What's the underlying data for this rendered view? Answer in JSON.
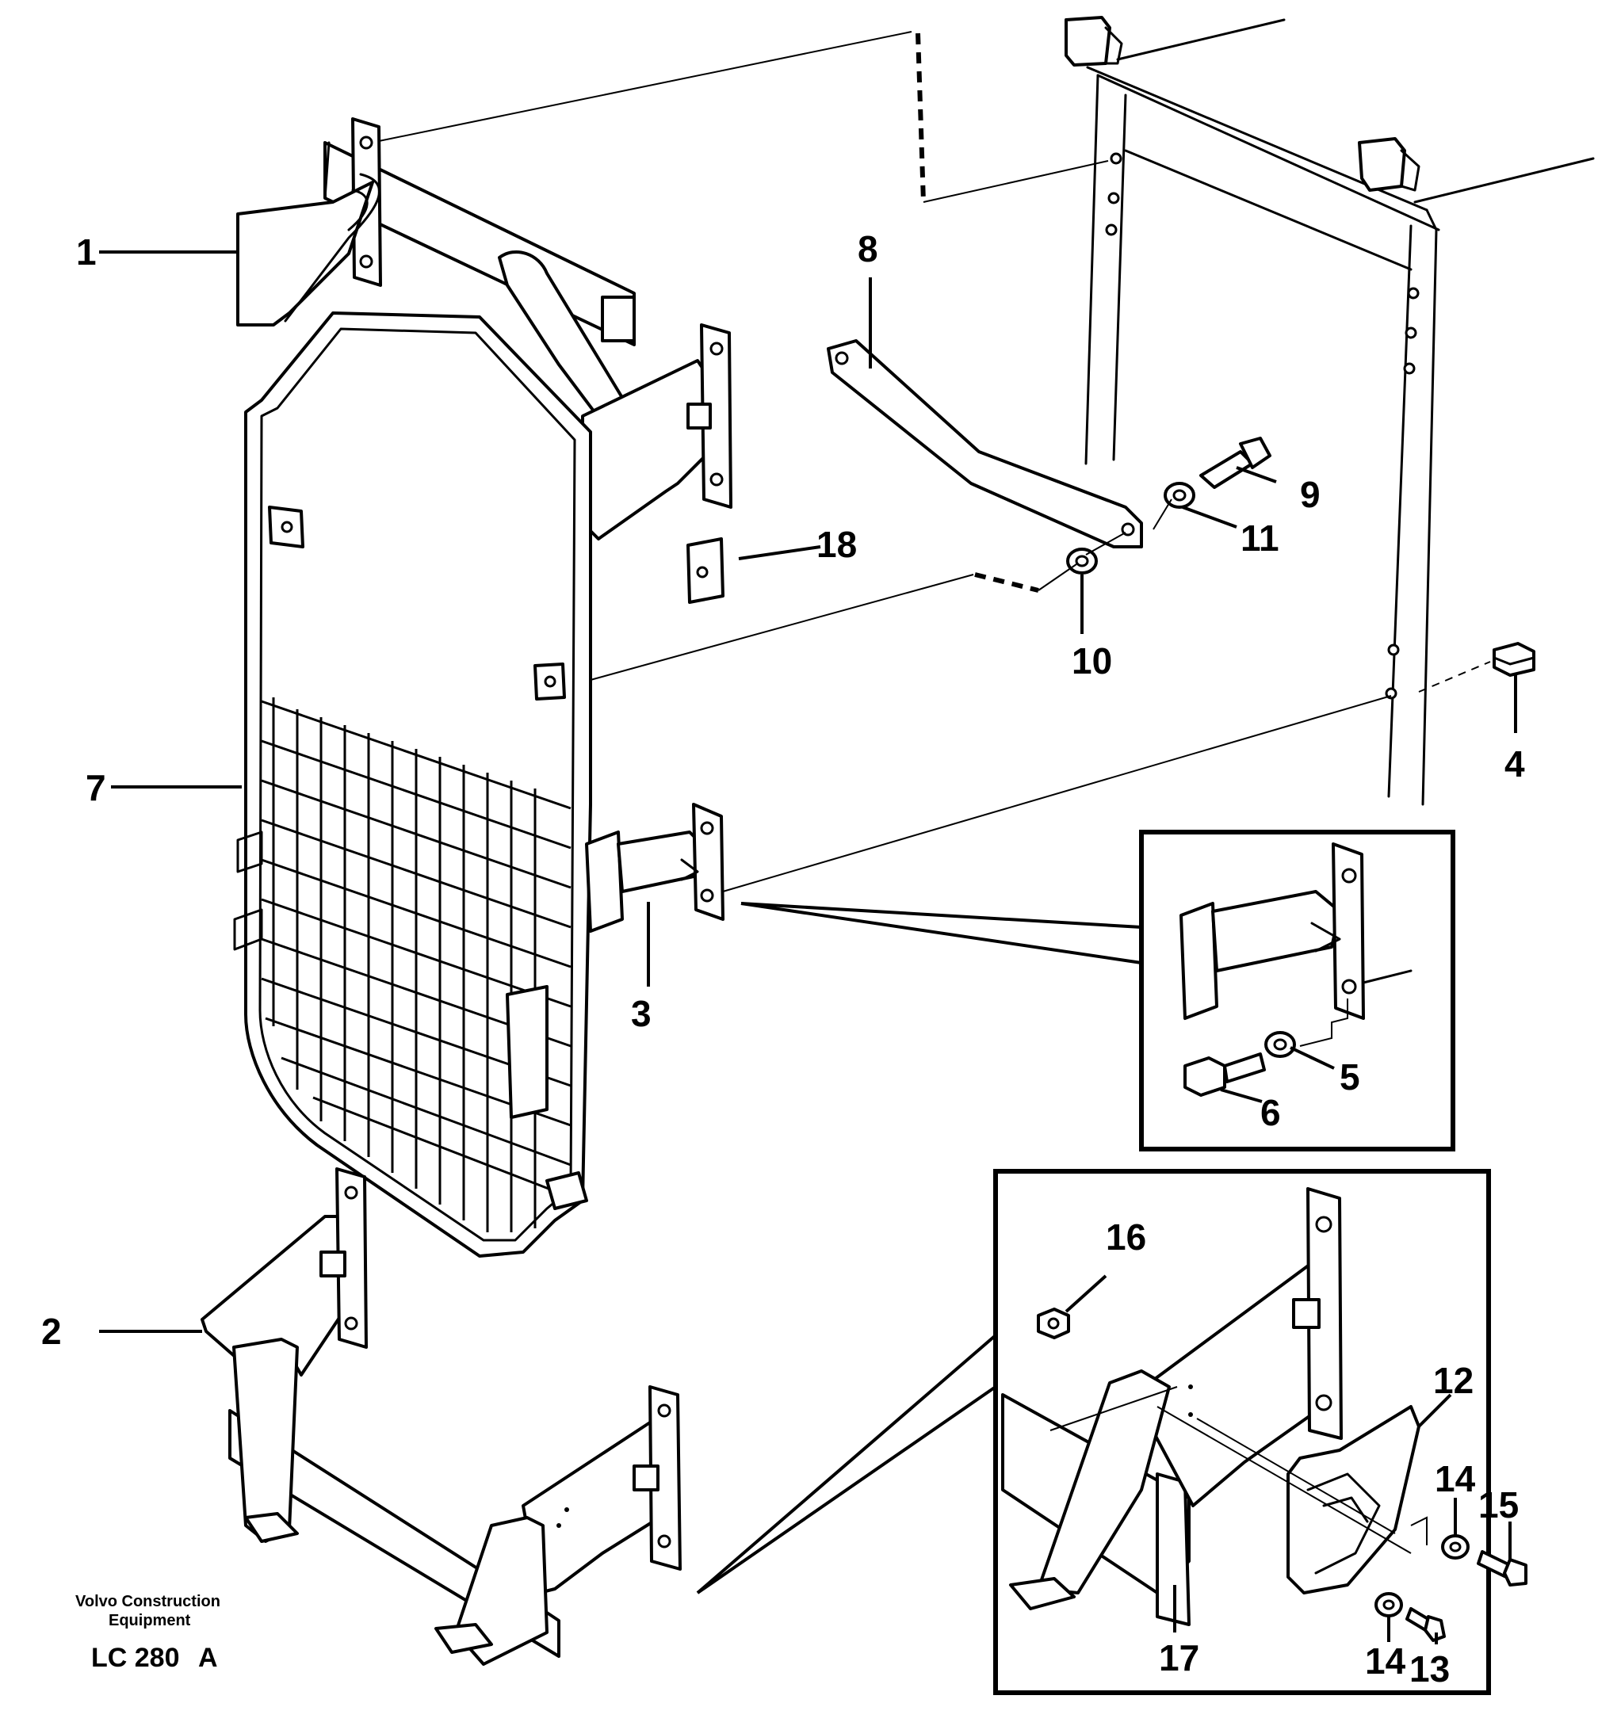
{
  "callouts": {
    "c1": "1",
    "c2": "2",
    "c3": "3",
    "c4": "4",
    "c5": "5",
    "c6": "6",
    "c7": "7",
    "c8": "8",
    "c9": "9",
    "c10": "10",
    "c11": "11",
    "c12": "12",
    "c13": "13",
    "c14a": "14",
    "c14b": "14",
    "c15": "15",
    "c16": "16",
    "c17": "17",
    "c18": "18"
  },
  "footer": {
    "company_line1": "Volvo Construction",
    "company_line2": "Equipment",
    "drawing_code": "LC 280",
    "revision": "A"
  }
}
